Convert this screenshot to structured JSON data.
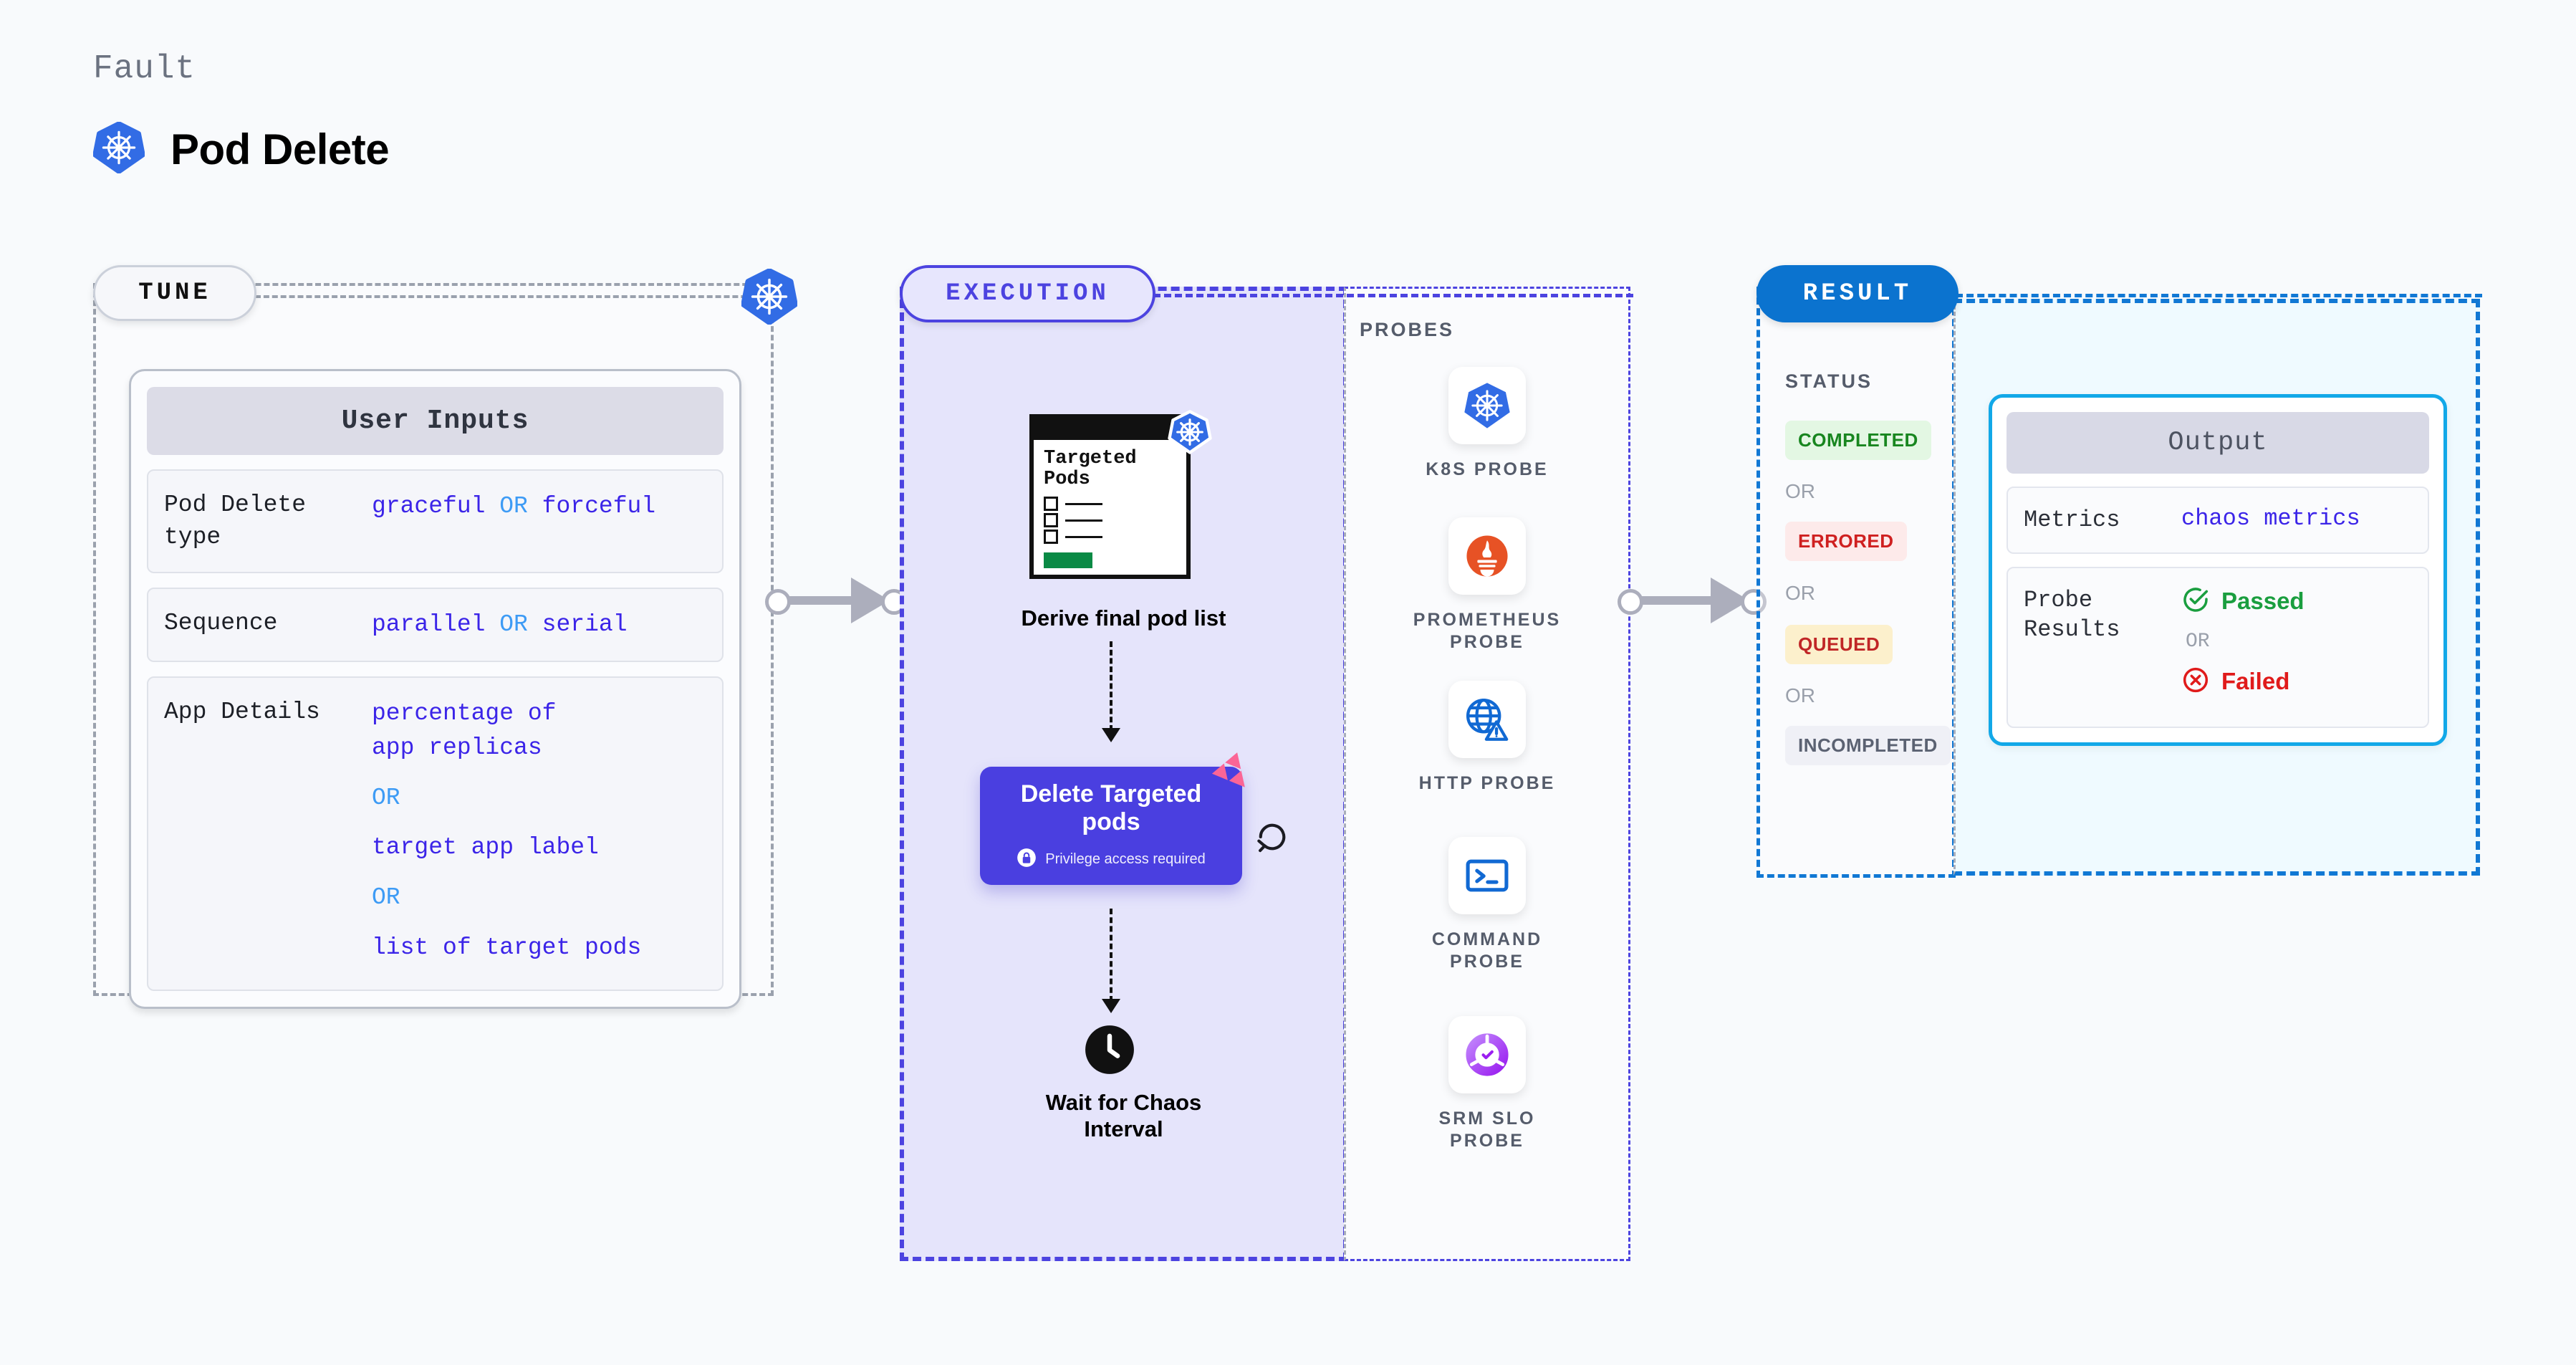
{
  "header": {
    "eyebrow": "Fault",
    "title": "Pod Delete",
    "icon": "kubernetes-icon"
  },
  "tune": {
    "pill_label": "TUNE",
    "badge_icon": "kubernetes-icon",
    "card_title": "User Inputs",
    "rows": [
      {
        "label": "Pod Delete type",
        "values": [
          "graceful",
          "forceful"
        ],
        "separator": "OR",
        "inline": true
      },
      {
        "label": "Sequence",
        "values": [
          "parallel",
          "serial"
        ],
        "separator": "OR",
        "inline": true
      },
      {
        "label": "App Details",
        "values": [
          "percentage of app replicas",
          "target app label",
          "list of target pods"
        ],
        "separator": "OR",
        "inline": false
      }
    ]
  },
  "execution": {
    "pill_label": "EXECUTION",
    "doc": {
      "title_line1": "Targeted",
      "title_line2": "Pods",
      "badge_icon": "kubernetes-icon",
      "checkbox_count": 3
    },
    "derive_label": "Derive final pod list",
    "delete_card": {
      "title_line1": "Delete Targeted",
      "title_line2": "pods",
      "privilege_text": "Privilege access required",
      "privilege_icon": "lock-icon",
      "corner_icon": "litmus-ribbon-icon",
      "side_icon": "refresh-icon",
      "color": "#4a3fe0"
    },
    "wait_icon": "clock-icon",
    "wait_label_line1": "Wait for Chaos",
    "wait_label_line2": "Interval"
  },
  "probes": {
    "title": "PROBES",
    "items": [
      {
        "icon": "kubernetes-icon",
        "label_line1": "K8S PROBE",
        "label_line2": ""
      },
      {
        "icon": "prometheus-icon",
        "label_line1": "PROMETHEUS",
        "label_line2": "PROBE"
      },
      {
        "icon": "globe-warning-icon",
        "label_line1": "HTTP PROBE",
        "label_line2": ""
      },
      {
        "icon": "terminal-icon",
        "label_line1": "COMMAND",
        "label_line2": "PROBE"
      },
      {
        "icon": "srm-slo-icon",
        "label_line1": "SRM SLO",
        "label_line2": "PROBE"
      }
    ]
  },
  "result": {
    "pill_label": "RESULT",
    "status_title": "STATUS",
    "separator": "OR",
    "statuses": [
      {
        "label": "COMPLETED",
        "bg": "#e3f7e3",
        "color": "#18861f"
      },
      {
        "label": "ERRORED",
        "bg": "#fdeaea",
        "color": "#cf2020"
      },
      {
        "label": "QUEUED",
        "bg": "#fcf0cc",
        "color": "#c02626"
      },
      {
        "label": "INCOMPLETED",
        "bg": "#eff0f6",
        "color": "#5b6272"
      }
    ]
  },
  "output": {
    "card_title": "Output",
    "metrics_label": "Metrics",
    "metrics_value": "chaos metrics",
    "probe_results_label_line1": "Probe",
    "probe_results_label_line2": "Results",
    "passed_label": "Passed",
    "failed_label": "Failed",
    "separator": "OR",
    "passed_icon": "check-circle-icon",
    "failed_icon": "x-circle-icon"
  },
  "colors": {
    "page_bg": "#f8fafc",
    "accent_indigo": "#4c43e0",
    "accent_blue": "#1178d4",
    "accent_cyan": "#12a8e8",
    "value_purple": "#3b24e8",
    "or_blue": "#3d9bf5",
    "k8s_blue": "#326ce5",
    "litmus_pink": "#fb6596"
  }
}
